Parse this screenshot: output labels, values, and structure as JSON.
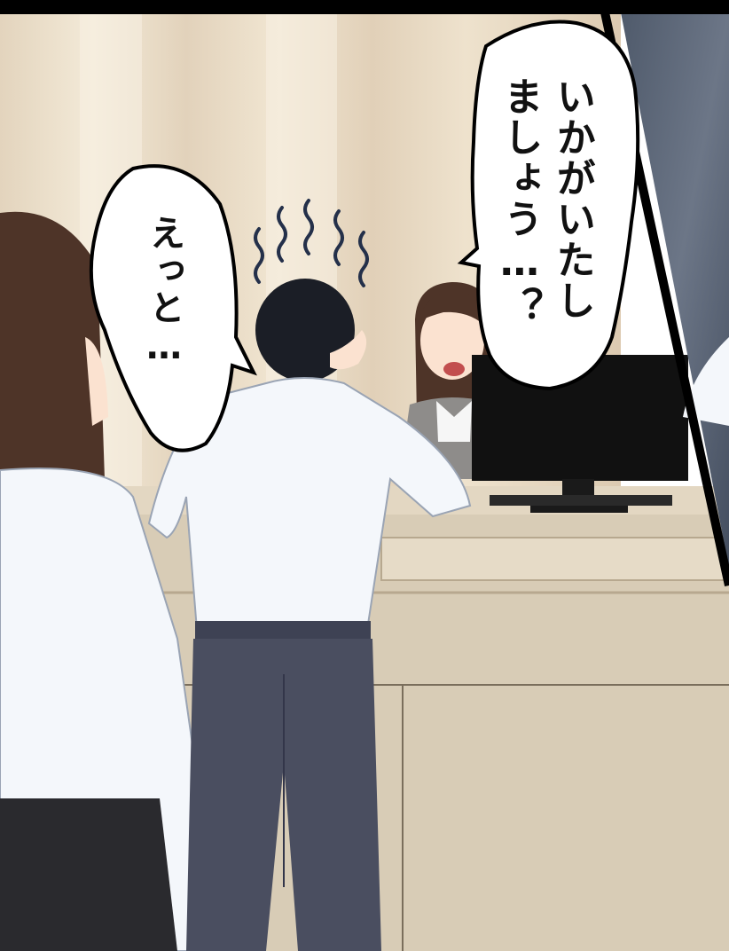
{
  "speech_right": {
    "line1": "いかがいたし",
    "line2": "ましょう…？"
  },
  "speech_left": {
    "text": "えっと…"
  },
  "colors": {
    "border": "#000000",
    "wall": "#e9dcc6",
    "counter": "#d8ccb6",
    "sky": "#5d6777",
    "shirt": "#f4f7fb",
    "trousers": "#4a4e60",
    "hair_dark": "#1b1e26",
    "hair_brown": "#4e3428",
    "monitor": "#111111"
  }
}
